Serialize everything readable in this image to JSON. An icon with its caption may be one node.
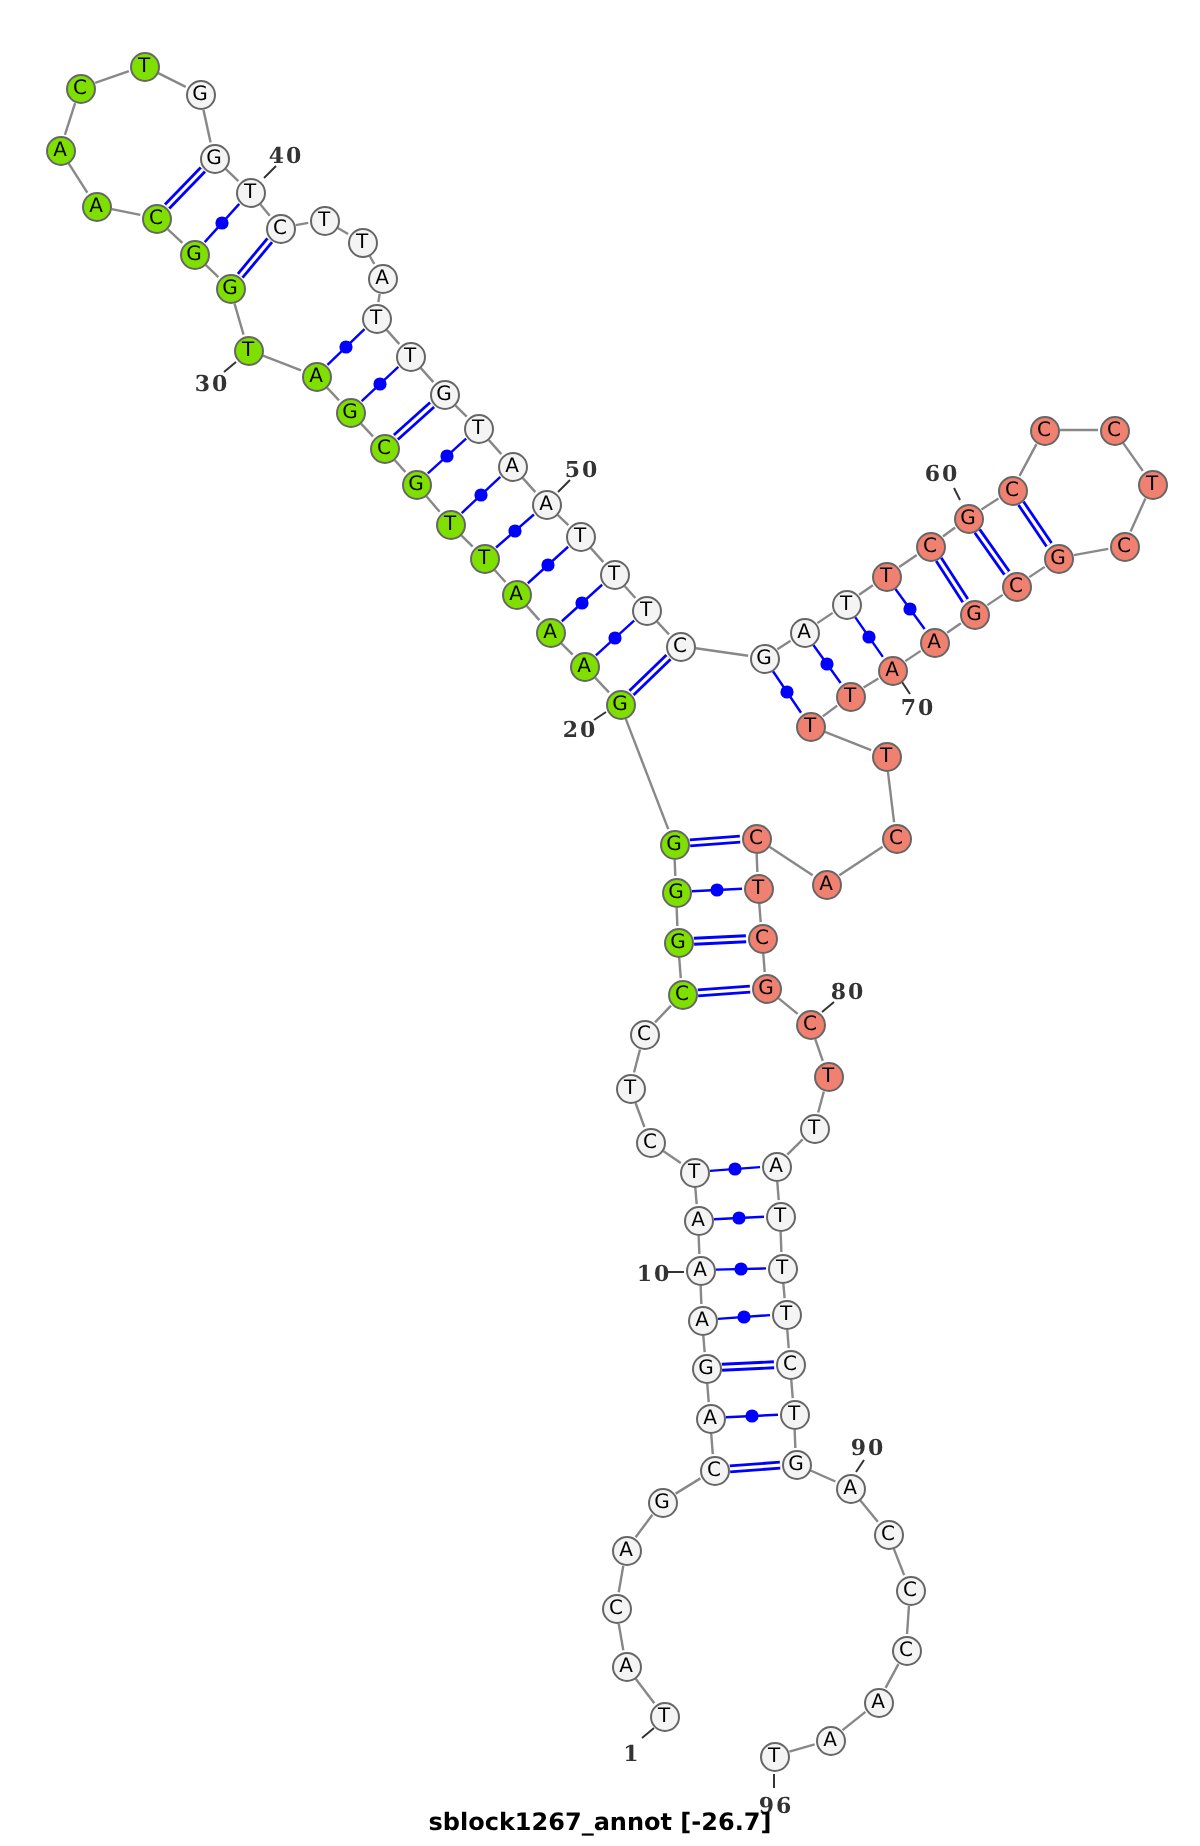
{
  "diagram": {
    "caption": "sblock1267_annot [-26.7]",
    "nodes": [
      {
        "text": [
          "T"
        ],
        "beside": [
          "1"
        ]
      },
      {
        "text": [
          "A"
        ]
      },
      {
        "text": [
          "C"
        ]
      },
      {
        "text": [
          "A"
        ]
      },
      {
        "text": [
          "G"
        ]
      },
      {
        "text": [
          "C"
        ]
      },
      {
        "text": [
          "A"
        ]
      },
      {
        "text": [
          "G"
        ]
      },
      {
        "text": [
          "A"
        ]
      },
      {
        "text": [
          "A"
        ],
        "beside": [
          "10"
        ]
      },
      {
        "text": [
          "A"
        ]
      },
      {
        "text": [
          "T"
        ]
      },
      {
        "text": [
          "C"
        ]
      },
      {
        "text": [
          "T"
        ]
      },
      {
        "text": [
          "C"
        ]
      },
      {
        "text": [
          "C"
        ]
      },
      {
        "text": [
          "G"
        ]
      },
      {
        "text": [
          "G"
        ]
      },
      {
        "text": [
          "G"
        ]
      },
      {
        "text": [
          "G"
        ],
        "beside": [
          "20"
        ]
      },
      {
        "text": [
          "A"
        ]
      },
      {
        "text": [
          "A"
        ]
      },
      {
        "text": [
          "A"
        ]
      },
      {
        "text": [
          "T"
        ]
      },
      {
        "text": [
          "T"
        ]
      },
      {
        "text": [
          "G"
        ]
      },
      {
        "text": [
          "C"
        ]
      },
      {
        "text": [
          "G"
        ]
      },
      {
        "text": [
          "A"
        ]
      },
      {
        "text": [
          "T"
        ],
        "beside": [
          "30"
        ]
      },
      {
        "text": [
          "G"
        ]
      },
      {
        "text": [
          "G"
        ]
      },
      {
        "text": [
          "C"
        ]
      },
      {
        "text": [
          "A"
        ]
      },
      {
        "text": [
          "A"
        ]
      },
      {
        "text": [
          "C"
        ]
      },
      {
        "text": [
          "T"
        ]
      },
      {
        "text": [
          "G"
        ]
      },
      {
        "text": [
          "G"
        ]
      },
      {
        "text": [
          "T"
        ],
        "beside": [
          "40"
        ]
      },
      {
        "text": [
          "C"
        ]
      },
      {
        "text": [
          "T"
        ]
      },
      {
        "text": [
          "T"
        ]
      },
      {
        "text": [
          "A"
        ]
      },
      {
        "text": [
          "T"
        ]
      },
      {
        "text": [
          "T"
        ]
      },
      {
        "text": [
          "G"
        ]
      },
      {
        "text": [
          "T"
        ]
      },
      {
        "text": [
          "A"
        ]
      },
      {
        "text": [
          "A"
        ],
        "beside": [
          "50"
        ]
      },
      {
        "text": [
          "T"
        ]
      },
      {
        "text": [
          "T"
        ]
      },
      {
        "text": [
          "T"
        ]
      },
      {
        "text": [
          "C"
        ]
      },
      {
        "text": [
          "G"
        ]
      },
      {
        "text": [
          "A"
        ]
      },
      {
        "text": [
          "T"
        ]
      },
      {
        "text": [
          "T"
        ]
      },
      {
        "text": [
          "C"
        ]
      },
      {
        "text": [
          "G"
        ],
        "beside": [
          "60"
        ]
      },
      {
        "text": [
          "C"
        ]
      },
      {
        "text": [
          "C"
        ]
      },
      {
        "text": [
          "C"
        ]
      },
      {
        "text": [
          "T"
        ]
      },
      {
        "text": [
          "C"
        ]
      },
      {
        "text": [
          "G"
        ]
      },
      {
        "text": [
          "C"
        ]
      },
      {
        "text": [
          "G"
        ]
      },
      {
        "text": [
          "A"
        ]
      },
      {
        "text": [
          "A"
        ],
        "beside": [
          "70"
        ]
      },
      {
        "text": [
          "T"
        ]
      },
      {
        "text": [
          "T"
        ]
      },
      {
        "text": [
          "T"
        ]
      },
      {
        "text": [
          "C"
        ]
      },
      {
        "text": [
          "A"
        ]
      },
      {
        "text": [
          "C"
        ]
      },
      {
        "text": [
          "T"
        ]
      },
      {
        "text": [
          "C"
        ]
      },
      {
        "text": [
          "G"
        ]
      },
      {
        "text": [
          "C"
        ],
        "beside": [
          "80"
        ]
      },
      {
        "text": [
          "T"
        ]
      },
      {
        "text": [
          "T"
        ]
      },
      {
        "text": [
          "A"
        ]
      },
      {
        "text": [
          "T"
        ]
      },
      {
        "text": [
          "T"
        ]
      },
      {
        "text": [
          "T"
        ]
      },
      {
        "text": [
          "C"
        ]
      },
      {
        "text": [
          "T"
        ]
      },
      {
        "text": [
          "G"
        ]
      },
      {
        "text": [
          "A"
        ],
        "beside": [
          "90"
        ]
      },
      {
        "text": [
          "C"
        ]
      },
      {
        "text": [
          "C"
        ]
      },
      {
        "text": [
          "C"
        ]
      },
      {
        "text": [
          "A"
        ]
      },
      {
        "text": [
          "A"
        ]
      },
      {
        "text": [
          "T"
        ],
        "beside": [
          "96"
        ]
      }
    ],
    "edges": [
      {
        "from": 0,
        "to": 1,
        "arrow": "none"
      },
      {
        "from": 1,
        "to": 2,
        "arrow": "none"
      },
      {
        "from": 2,
        "to": 3,
        "arrow": "none"
      },
      {
        "from": 3,
        "to": 4,
        "arrow": "none"
      },
      {
        "from": 4,
        "to": 5,
        "arrow": "none"
      },
      {
        "from": 5,
        "to": 6,
        "arrow": "none"
      },
      {
        "from": 6,
        "to": 7,
        "arrow": "none"
      },
      {
        "from": 7,
        "to": 8,
        "arrow": "none"
      },
      {
        "from": 8,
        "to": 9,
        "arrow": "none"
      },
      {
        "from": 9,
        "to": 10,
        "arrow": "none"
      },
      {
        "from": 10,
        "to": 11,
        "arrow": "none"
      },
      {
        "from": 11,
        "to": 12,
        "arrow": "none"
      },
      {
        "from": 12,
        "to": 13,
        "arrow": "none"
      },
      {
        "from": 13,
        "to": 14,
        "arrow": "none"
      },
      {
        "from": 14,
        "to": 15,
        "arrow": "none"
      },
      {
        "from": 15,
        "to": 16,
        "arrow": "none"
      },
      {
        "from": 16,
        "to": 17,
        "arrow": "none"
      },
      {
        "from": 17,
        "to": 18,
        "arrow": "none"
      },
      {
        "from": 18,
        "to": 19,
        "arrow": "none"
      },
      {
        "from": 19,
        "to": 20,
        "arrow": "none"
      },
      {
        "from": 20,
        "to": 21,
        "arrow": "none"
      },
      {
        "from": 21,
        "to": 22,
        "arrow": "none"
      },
      {
        "from": 22,
        "to": 23,
        "arrow": "none"
      },
      {
        "from": 23,
        "to": 24,
        "arrow": "none"
      },
      {
        "from": 24,
        "to": 25,
        "arrow": "none"
      },
      {
        "from": 25,
        "to": 26,
        "arrow": "none"
      },
      {
        "from": 26,
        "to": 27,
        "arrow": "none"
      },
      {
        "from": 27,
        "to": 28,
        "arrow": "none"
      },
      {
        "from": 28,
        "to": 29,
        "arrow": "none"
      },
      {
        "from": 29,
        "to": 30,
        "arrow": "none"
      },
      {
        "from": 30,
        "to": 31,
        "arrow": "none"
      },
      {
        "from": 31,
        "to": 32,
        "arrow": "none"
      },
      {
        "from": 32,
        "to": 33,
        "arrow": "none"
      },
      {
        "from": 33,
        "to": 34,
        "arrow": "none"
      },
      {
        "from": 34,
        "to": 35,
        "arrow": "none"
      },
      {
        "from": 35,
        "to": 36,
        "arrow": "none"
      },
      {
        "from": 36,
        "to": 37,
        "arrow": "none"
      },
      {
        "from": 37,
        "to": 38,
        "arrow": "none"
      },
      {
        "from": 38,
        "to": 39,
        "arrow": "none"
      },
      {
        "from": 39,
        "to": 40,
        "arrow": "none"
      },
      {
        "from": 40,
        "to": 41,
        "arrow": "none"
      },
      {
        "from": 41,
        "to": 42,
        "arrow": "none"
      },
      {
        "from": 42,
        "to": 43,
        "arrow": "none"
      },
      {
        "from": 43,
        "to": 44,
        "arrow": "none"
      },
      {
        "from": 44,
        "to": 45,
        "arrow": "none"
      },
      {
        "from": 45,
        "to": 46,
        "arrow": "none"
      },
      {
        "from": 46,
        "to": 47,
        "arrow": "none"
      },
      {
        "from": 47,
        "to": 48,
        "arrow": "none"
      },
      {
        "from": 48,
        "to": 49,
        "arrow": "none"
      },
      {
        "from": 49,
        "to": 50,
        "arrow": "none"
      },
      {
        "from": 50,
        "to": 51,
        "arrow": "none"
      },
      {
        "from": 51,
        "to": 52,
        "arrow": "none"
      },
      {
        "from": 52,
        "to": 53,
        "arrow": "none"
      },
      {
        "from": 53,
        "to": 54,
        "arrow": "none"
      },
      {
        "from": 54,
        "to": 55,
        "arrow": "none"
      },
      {
        "from": 55,
        "to": 56,
        "arrow": "none"
      },
      {
        "from": 56,
        "to": 57,
        "arrow": "none"
      },
      {
        "from": 57,
        "to": 58,
        "arrow": "none"
      },
      {
        "from": 58,
        "to": 59,
        "arrow": "none"
      },
      {
        "from": 59,
        "to": 60,
        "arrow": "none"
      },
      {
        "from": 60,
        "to": 61,
        "arrow": "none"
      },
      {
        "from": 61,
        "to": 62,
        "arrow": "none"
      },
      {
        "from": 62,
        "to": 63,
        "arrow": "none"
      },
      {
        "from": 63,
        "to": 64,
        "arrow": "none"
      },
      {
        "from": 64,
        "to": 65,
        "arrow": "none"
      },
      {
        "from": 65,
        "to": 66,
        "arrow": "none"
      },
      {
        "from": 66,
        "to": 67,
        "arrow": "none"
      },
      {
        "from": 67,
        "to": 68,
        "arrow": "none"
      },
      {
        "from": 68,
        "to": 69,
        "arrow": "none"
      },
      {
        "from": 69,
        "to": 70,
        "arrow": "none"
      },
      {
        "from": 70,
        "to": 71,
        "arrow": "none"
      },
      {
        "from": 71,
        "to": 72,
        "arrow": "none"
      },
      {
        "from": 72,
        "to": 73,
        "arrow": "none"
      },
      {
        "from": 73,
        "to": 74,
        "arrow": "none"
      },
      {
        "from": 74,
        "to": 75,
        "arrow": "none"
      },
      {
        "from": 75,
        "to": 76,
        "arrow": "none"
      },
      {
        "from": 76,
        "to": 77,
        "arrow": "none"
      },
      {
        "from": 77,
        "to": 78,
        "arrow": "none"
      },
      {
        "from": 78,
        "to": 79,
        "arrow": "none"
      },
      {
        "from": 79,
        "to": 80,
        "arrow": "none"
      },
      {
        "from": 80,
        "to": 81,
        "arrow": "none"
      },
      {
        "from": 81,
        "to": 82,
        "arrow": "none"
      },
      {
        "from": 82,
        "to": 83,
        "arrow": "none"
      },
      {
        "from": 83,
        "to": 84,
        "arrow": "none"
      },
      {
        "from": 84,
        "to": 85,
        "arrow": "none"
      },
      {
        "from": 85,
        "to": 86,
        "arrow": "none"
      },
      {
        "from": 86,
        "to": 87,
        "arrow": "none"
      },
      {
        "from": 87,
        "to": 88,
        "arrow": "none"
      },
      {
        "from": 88,
        "to": 89,
        "arrow": "none"
      },
      {
        "from": 89,
        "to": 90,
        "arrow": "none"
      },
      {
        "from": 90,
        "to": 91,
        "arrow": "none"
      },
      {
        "from": 91,
        "to": 92,
        "arrow": "none"
      },
      {
        "from": 92,
        "to": 93,
        "arrow": "none"
      },
      {
        "from": 93,
        "to": 94,
        "arrow": "none"
      },
      {
        "from": 94,
        "to": 95,
        "arrow": "none"
      },
      {
        "from": 5,
        "to": 88,
        "arrow": "none",
        "style": "thick",
        "color": "#0000ff"
      },
      {
        "from": 6,
        "to": 87,
        "arrow": "none",
        "color": "#0000ff"
      },
      {
        "from": 7,
        "to": 86,
        "arrow": "none",
        "style": "thick",
        "color": "#0000ff"
      },
      {
        "from": 8,
        "to": 85,
        "arrow": "none",
        "color": "#0000ff"
      },
      {
        "from": 9,
        "to": 84,
        "arrow": "none",
        "color": "#0000ff"
      },
      {
        "from": 10,
        "to": 83,
        "arrow": "none",
        "color": "#0000ff"
      },
      {
        "from": 11,
        "to": 82,
        "arrow": "none",
        "color": "#0000ff"
      },
      {
        "from": 15,
        "to": 78,
        "arrow": "none",
        "style": "thick",
        "color": "#0000ff"
      },
      {
        "from": 16,
        "to": 77,
        "arrow": "none",
        "style": "thick",
        "color": "#0000ff"
      },
      {
        "from": 17,
        "to": 76,
        "arrow": "none",
        "color": "#0000ff"
      },
      {
        "from": 18,
        "to": 75,
        "arrow": "none",
        "style": "thick",
        "color": "#0000ff"
      },
      {
        "from": 19,
        "to": 53,
        "arrow": "none",
        "style": "thick",
        "color": "#0000ff"
      },
      {
        "from": 20,
        "to": 52,
        "arrow": "none",
        "color": "#0000ff"
      },
      {
        "from": 21,
        "to": 51,
        "arrow": "none",
        "color": "#0000ff"
      },
      {
        "from": 22,
        "to": 50,
        "arrow": "none",
        "color": "#0000ff"
      },
      {
        "from": 23,
        "to": 49,
        "arrow": "none",
        "color": "#0000ff"
      },
      {
        "from": 24,
        "to": 48,
        "arrow": "none",
        "color": "#0000ff"
      },
      {
        "from": 25,
        "to": 47,
        "arrow": "none",
        "color": "#0000ff"
      },
      {
        "from": 26,
        "to": 46,
        "arrow": "none",
        "style": "thick",
        "color": "#0000ff"
      },
      {
        "from": 27,
        "to": 45,
        "arrow": "none",
        "color": "#0000ff"
      },
      {
        "from": 28,
        "to": 44,
        "arrow": "none",
        "color": "#0000ff"
      },
      {
        "from": 30,
        "to": 40,
        "arrow": "none",
        "style": "thick",
        "color": "#0000ff"
      },
      {
        "from": 31,
        "to": 39,
        "arrow": "none",
        "color": "#0000ff"
      },
      {
        "from": 32,
        "to": 38,
        "arrow": "none",
        "style": "thick",
        "color": "#0000ff"
      },
      {
        "from": 54,
        "to": 71,
        "arrow": "none",
        "color": "#0000ff"
      },
      {
        "from": 55,
        "to": 70,
        "arrow": "none",
        "color": "#0000ff"
      },
      {
        "from": 56,
        "to": 69,
        "arrow": "none",
        "color": "#0000ff"
      },
      {
        "from": 57,
        "to": 68,
        "arrow": "none",
        "color": "#0000ff"
      },
      {
        "from": 58,
        "to": 67,
        "arrow": "none",
        "style": "thick",
        "color": "#0000ff"
      },
      {
        "from": 59,
        "to": 66,
        "arrow": "none",
        "style": "thick",
        "color": "#0000ff"
      },
      {
        "from": 60,
        "to": 65,
        "arrow": "none",
        "style": "thick",
        "color": "#0000ff"
      }
    ]
  }
}
